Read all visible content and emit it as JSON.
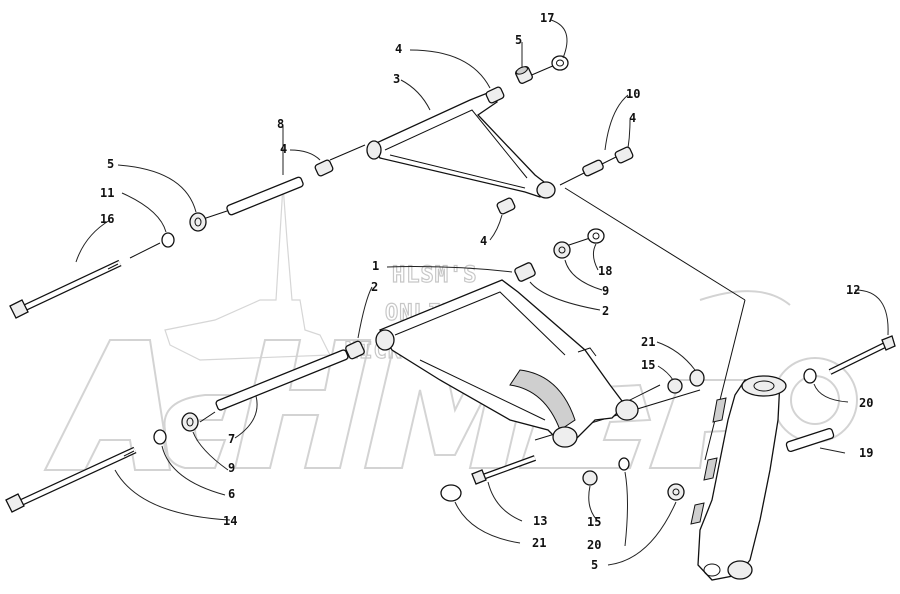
{
  "watermark": {
    "line1": "HLSM'S",
    "line2": "ONLINE",
    "line3": "MICROFICHE",
    "brand": "ArcticCat"
  },
  "callouts": [
    {
      "id": "c1",
      "label": "1"
    },
    {
      "id": "c2a",
      "label": "2"
    },
    {
      "id": "c2b",
      "label": "2"
    },
    {
      "id": "c3",
      "label": "3"
    },
    {
      "id": "c4a",
      "label": "4"
    },
    {
      "id": "c4b",
      "label": "4"
    },
    {
      "id": "c4c",
      "label": "4"
    },
    {
      "id": "c4d",
      "label": "4"
    },
    {
      "id": "c5a",
      "label": "5"
    },
    {
      "id": "c5b",
      "label": "5"
    },
    {
      "id": "c5c",
      "label": "5"
    },
    {
      "id": "c6",
      "label": "6"
    },
    {
      "id": "c7",
      "label": "7"
    },
    {
      "id": "c8",
      "label": "8"
    },
    {
      "id": "c9a",
      "label": "9"
    },
    {
      "id": "c9b",
      "label": "9"
    },
    {
      "id": "c10",
      "label": "10"
    },
    {
      "id": "c11",
      "label": "11"
    },
    {
      "id": "c12",
      "label": "12"
    },
    {
      "id": "c13",
      "label": "13"
    },
    {
      "id": "c14",
      "label": "14"
    },
    {
      "id": "c15a",
      "label": "15"
    },
    {
      "id": "c15b",
      "label": "15"
    },
    {
      "id": "c16",
      "label": "16"
    },
    {
      "id": "c17",
      "label": "17"
    },
    {
      "id": "c18",
      "label": "18"
    },
    {
      "id": "c19",
      "label": "19"
    },
    {
      "id": "c20a",
      "label": "20"
    },
    {
      "id": "c20b",
      "label": "20"
    },
    {
      "id": "c21a",
      "label": "21"
    },
    {
      "id": "c21b",
      "label": "21"
    }
  ]
}
